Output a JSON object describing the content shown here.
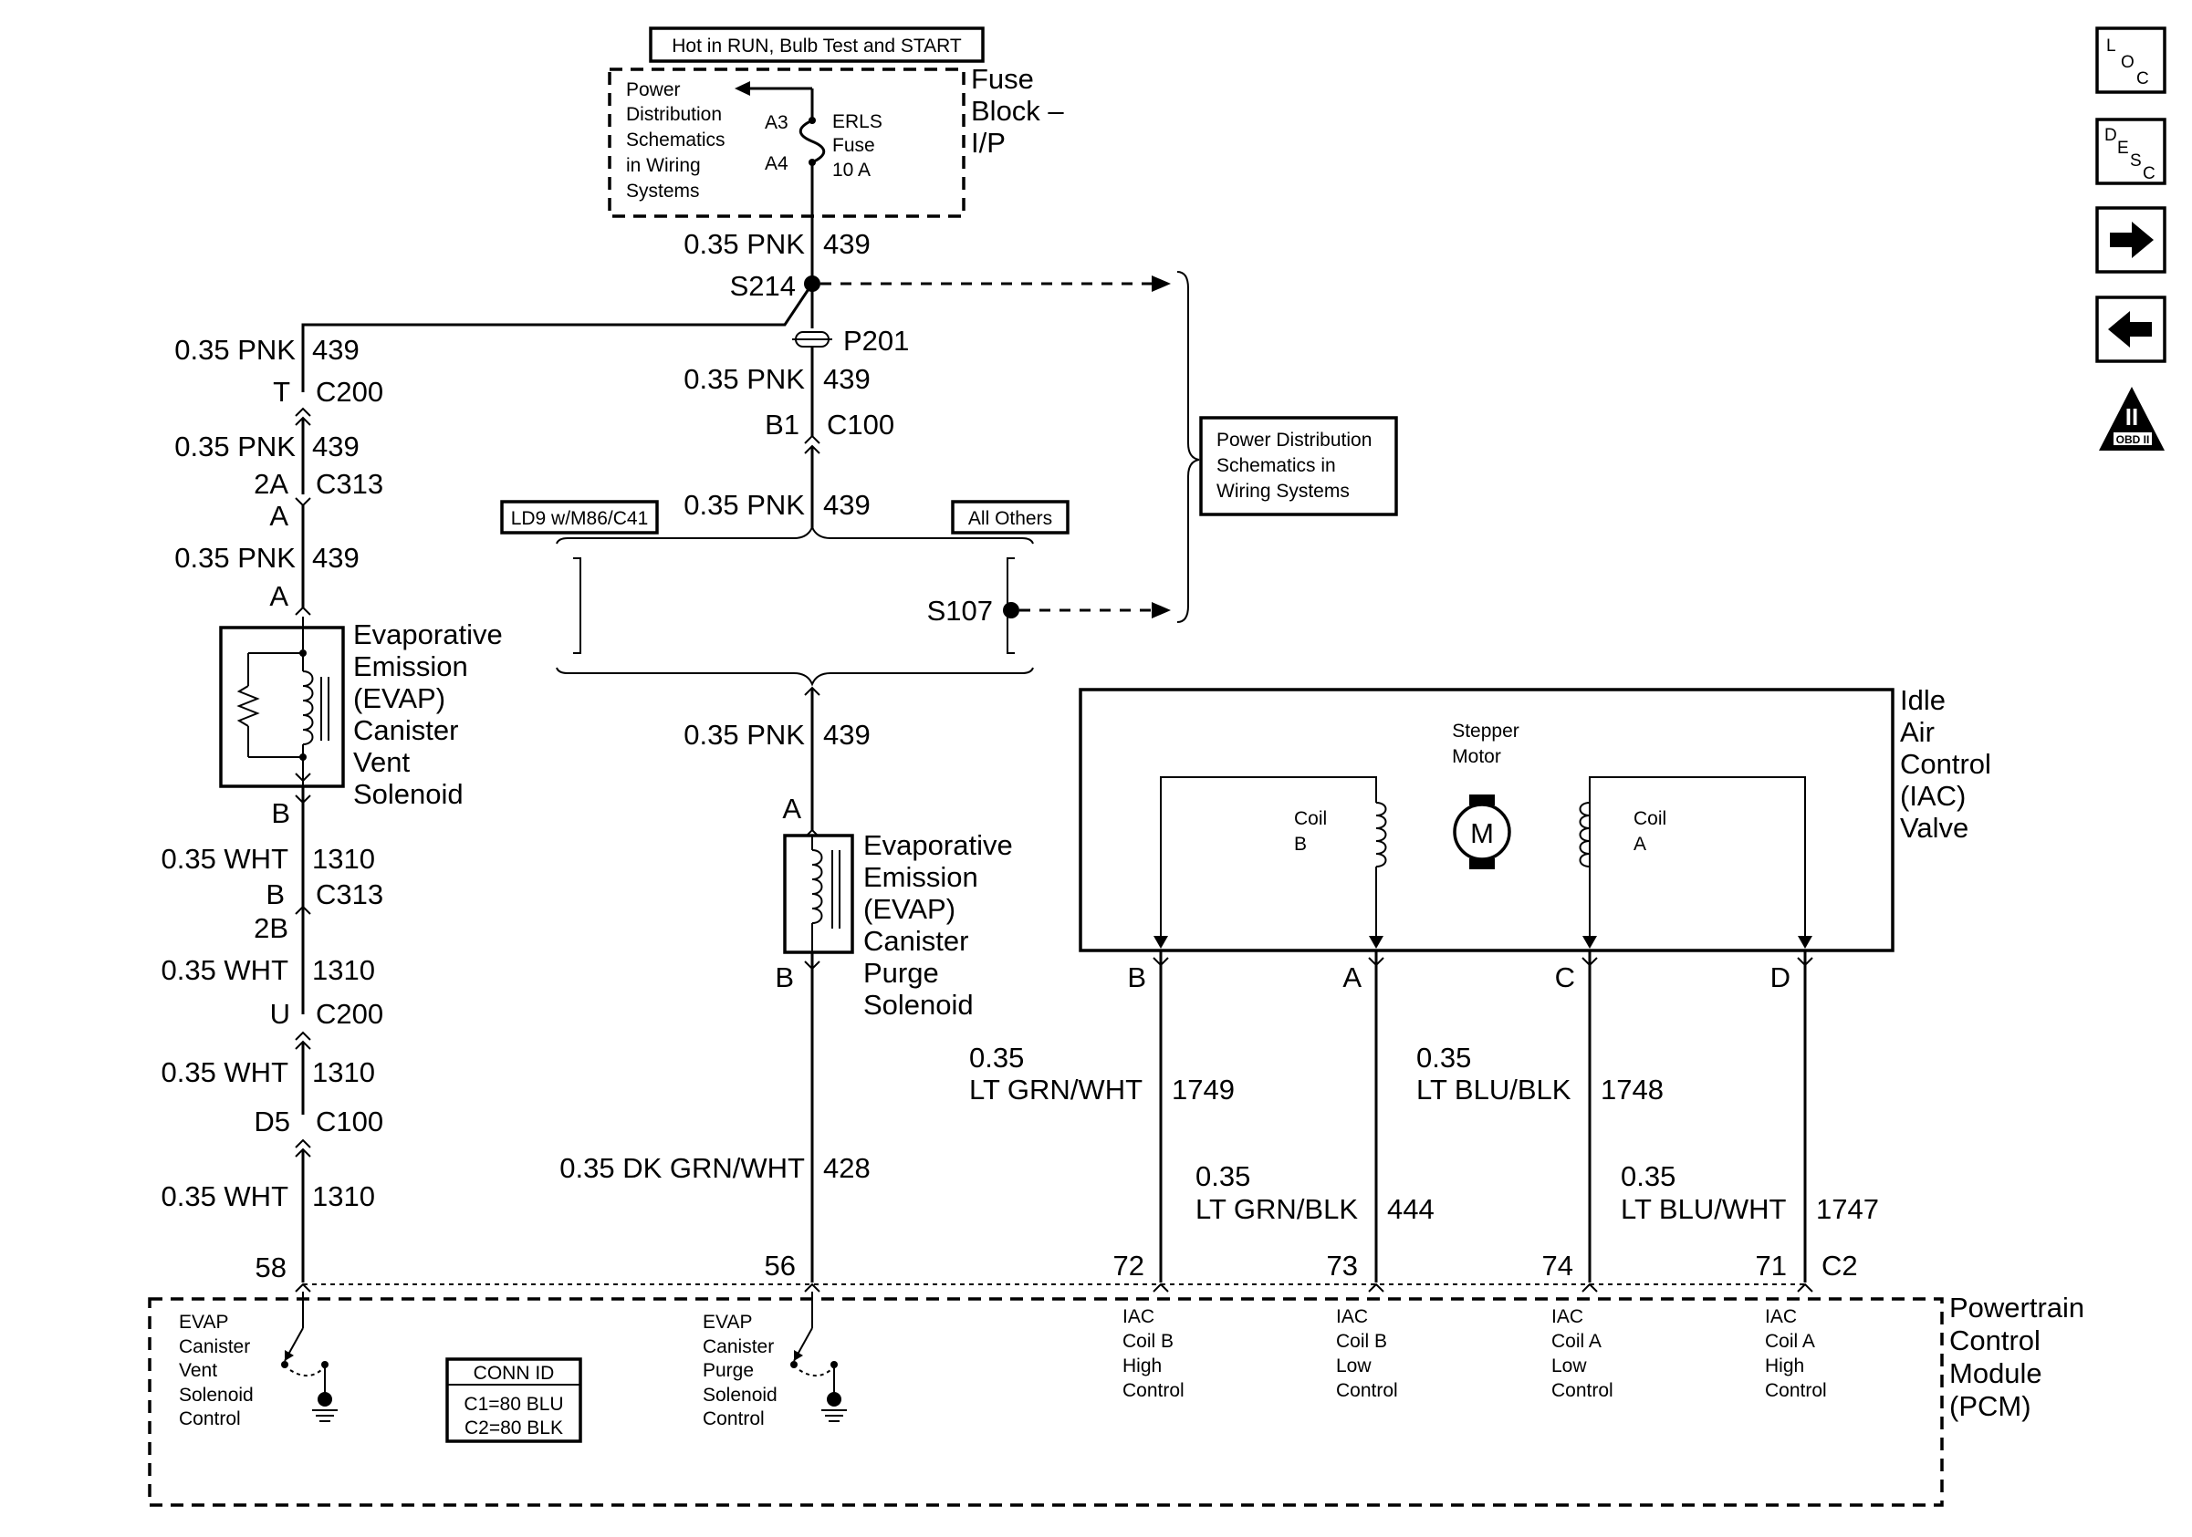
{
  "top": {
    "hot_label": "Hot in RUN, Bulb Test and START",
    "pd_lines": [
      "Power",
      "Distribution",
      "Schematics",
      "in Wiring",
      "Systems"
    ],
    "pin_a3": "A3",
    "pin_a4": "A4",
    "fuse_lines": [
      "ERLS",
      "Fuse",
      "10 A"
    ],
    "fuse_block_lines": [
      "Fuse",
      "Block –",
      "I/P"
    ]
  },
  "wires": {
    "w439_top": {
      "gauge": "0.35 PNK",
      "circuit": "439"
    },
    "w439_p201": {
      "gauge": "0.35 PNK",
      "circuit": "439"
    },
    "w439_c100": {
      "gauge": "0.35 PNK",
      "circuit": "439"
    },
    "w439_purge": {
      "gauge": "0.35 PNK",
      "circuit": "439"
    },
    "w439_left1": {
      "gauge": "0.35 PNK",
      "circuit": "439"
    },
    "w439_left2": {
      "gauge": "0.35 PNK",
      "circuit": "439"
    },
    "w439_left3": {
      "gauge": "0.35 PNK",
      "circuit": "439"
    },
    "w1310_a": {
      "gauge": "0.35 WHT",
      "circuit": "1310"
    },
    "w1310_b": {
      "gauge": "0.35 WHT",
      "circuit": "1310"
    },
    "w1310_c": {
      "gauge": "0.35 WHT",
      "circuit": "1310"
    },
    "w1310_d": {
      "gauge": "0.35 WHT",
      "circuit": "1310"
    },
    "w428": {
      "gauge": "0.35 DK GRN/WHT",
      "circuit": "428"
    },
    "w1749": {
      "gauge1": "0.35",
      "gauge2": "LT GRN/WHT",
      "circuit": "1749"
    },
    "w444": {
      "gauge1": "0.35",
      "gauge2": "LT GRN/BLK",
      "circuit": "444"
    },
    "w1748": {
      "gauge1": "0.35",
      "gauge2": "LT BLU/BLK",
      "circuit": "1748"
    },
    "w1747": {
      "gauge1": "0.35",
      "gauge2": "LT BLU/WHT",
      "circuit": "1747"
    }
  },
  "splices": {
    "s214": "S214",
    "s107": "S107",
    "p201": "P201"
  },
  "connectors": {
    "c200_top": {
      "pin": "T",
      "name": "C200"
    },
    "c313_top": {
      "pin": "2A",
      "name": "C313"
    },
    "c100_top": {
      "pin": "B1",
      "name": "C100"
    },
    "c313_bot": {
      "pin": "B",
      "name": "C313"
    },
    "c313_bot_pin2": "2B",
    "c200_bot": {
      "pin": "U",
      "name": "C200"
    },
    "c100_bot": {
      "pin": "D5",
      "name": "C100"
    },
    "vent_pin_a_top": "A",
    "vent_pin_a": "A",
    "vent_pin_b": "B",
    "purge_pin_a": "A",
    "purge_pin_b": "B"
  },
  "options": {
    "ld9": "LD9 w/M86/C41",
    "others": "All Others"
  },
  "pd_box": [
    "Power Distribution",
    "Schematics in",
    "Wiring Systems"
  ],
  "vent_solenoid": [
    "Evaporative",
    "Emission",
    "(EVAP)",
    "Canister",
    "Vent",
    "Solenoid"
  ],
  "purge_solenoid": [
    "Evaporative",
    "Emission",
    "(EVAP)",
    "Canister",
    "Purge",
    "Solenoid"
  ],
  "iac": {
    "title": [
      "Idle",
      "Air",
      "Control",
      "(IAC)",
      "Valve"
    ],
    "stepper": [
      "Stepper",
      "Motor"
    ],
    "motor_symbol": "M",
    "coil_b": [
      "Coil",
      "B"
    ],
    "coil_a": [
      "Coil",
      "A"
    ],
    "pins": [
      "B",
      "A",
      "C",
      "D"
    ]
  },
  "pcm": {
    "title": [
      "Powertrain",
      "Control",
      "Module",
      "(PCM)"
    ],
    "pins": [
      "58",
      "56",
      "72",
      "73",
      "74",
      "71"
    ],
    "c2": "C2",
    "vent_ctrl": [
      "EVAP",
      "Canister",
      "Vent",
      "Solenoid",
      "Control"
    ],
    "purge_ctrl": [
      "EVAP",
      "Canister",
      "Purge",
      "Solenoid",
      "Control"
    ],
    "conn_id_title": "CONN ID",
    "conn_id_lines": [
      "C1=80 BLU",
      "C2=80 BLK"
    ],
    "iac_ctrl": [
      [
        "IAC",
        "Coil B",
        "High",
        "Control"
      ],
      [
        "IAC",
        "Coil B",
        "Low",
        "Control"
      ],
      [
        "IAC",
        "Coil A",
        "Low",
        "Control"
      ],
      [
        "IAC",
        "Coil A",
        "High",
        "Control"
      ]
    ]
  },
  "nav": {
    "loc": [
      "L",
      "O",
      "C"
    ],
    "desc": [
      "D",
      "E",
      "S",
      "C"
    ],
    "obd": [
      "II",
      "OBD II"
    ],
    "forward_icon": "→",
    "back_icon": "←"
  }
}
